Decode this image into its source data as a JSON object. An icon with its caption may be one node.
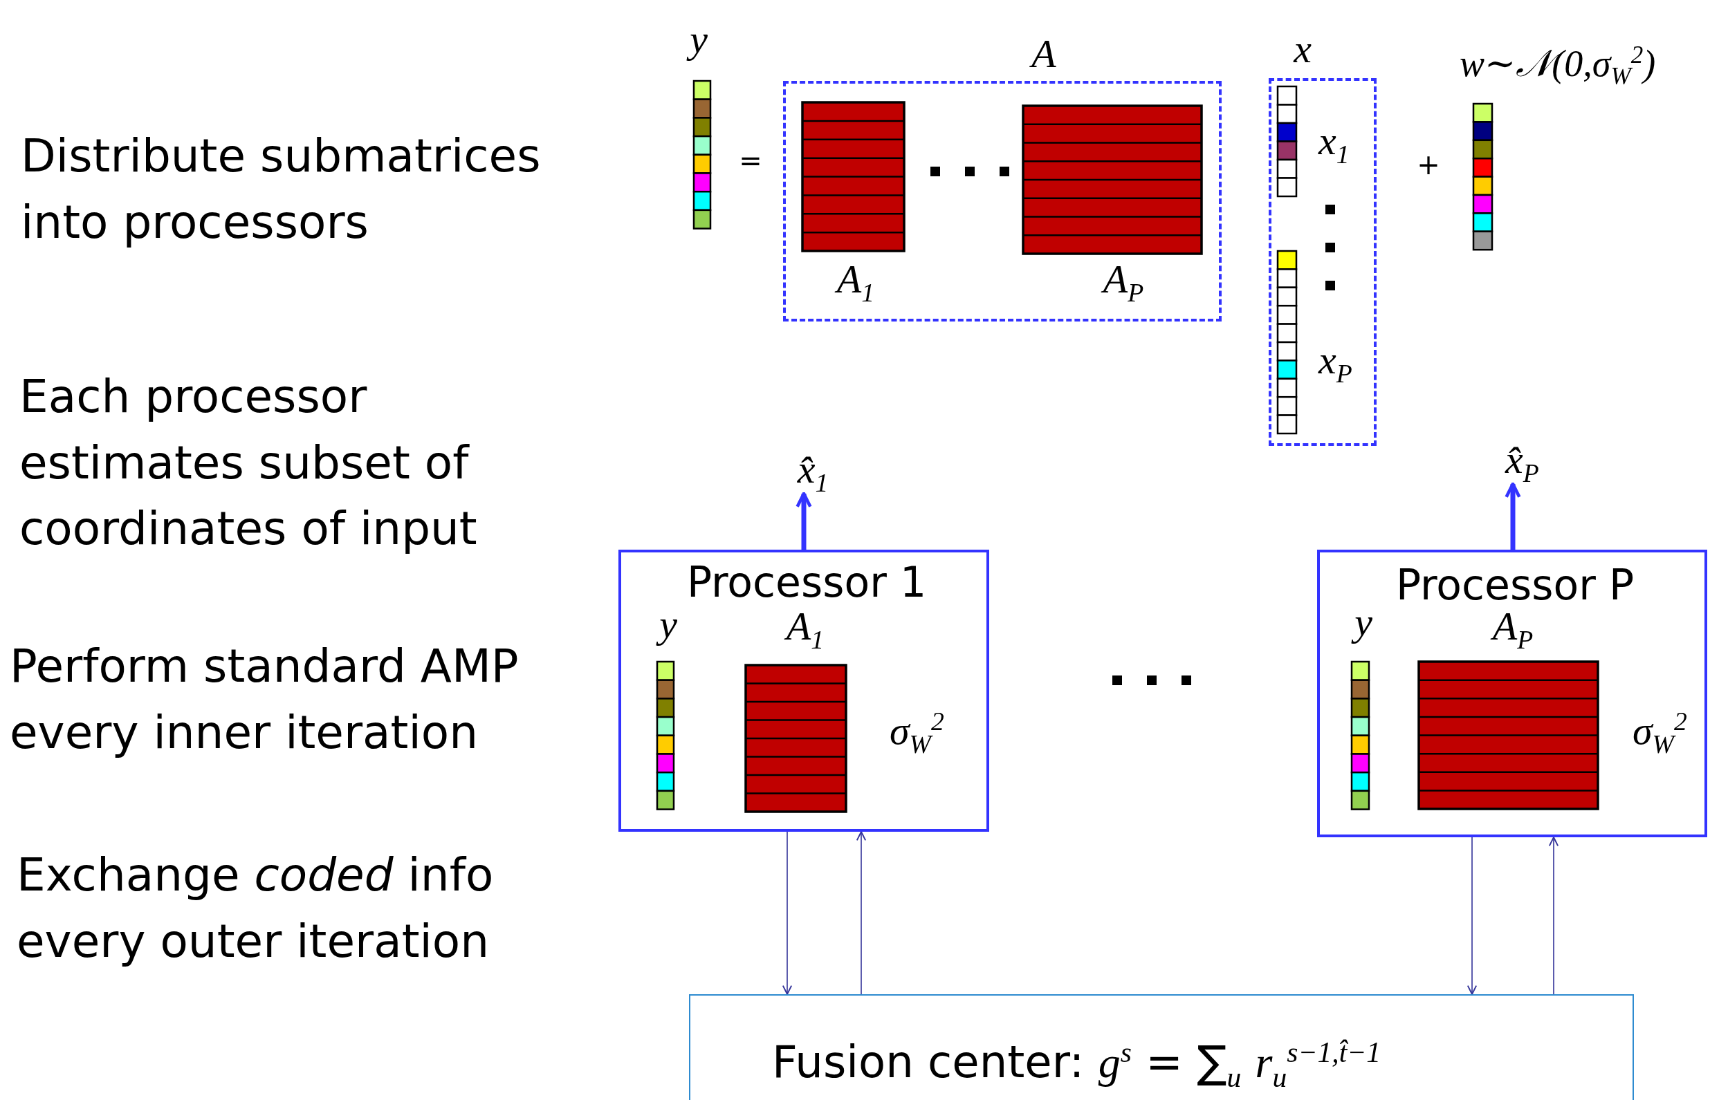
{
  "diagram": {
    "nodes": [
      {
        "text": [
          "A",
          "A$_{1}$",
          "A$_{P}$"
        ]
      },
      {
        "text": [
          "x",
          "x$_{1}$",
          "x$_{P}$"
        ]
      },
      {
        "text": [
          "Processor 1",
          "y",
          "A$_{1}$",
          "σ$_{W}$$^{2}$"
        ]
      },
      {
        "text": [
          "Processor P",
          "y",
          "A$_{P}$",
          "σ$_{W}$$^{2}$"
        ]
      },
      {
        "text": [
          "x̂$_{1}$"
        ]
      },
      {
        "text": [
          "x̂$_{P}$"
        ]
      },
      {
        "text": [
          "Fusion center:  *g*$^{s}$ = ∑$_{u}$ *r*$_{u}$$^{s−1,t̂−1}$"
        ]
      }
    ],
    "edges": [
      {
        "from": 2,
        "to": 4,
        "arrow": "to",
        "style": "thick",
        "color": "#3333ff"
      },
      {
        "from": 3,
        "to": 5,
        "arrow": "to",
        "style": "thick",
        "color": "#3333ff"
      },
      {
        "from": 2,
        "to": 6,
        "arrow": "to"
      },
      {
        "from": 6,
        "to": 2,
        "arrow": "to"
      },
      {
        "from": 3,
        "to": 6,
        "arrow": "to"
      },
      {
        "from": 6,
        "to": 3,
        "arrow": "to"
      }
    ],
    "labels": [
      "Distribute submatrices into processors",
      "Each processor estimates subset of coordinates of input",
      "Perform standard AMP every inner iteration",
      "Exchange *coded* info every outer iteration",
      "y",
      "=",
      "+",
      "w∼𝒩(0,σ$_{W}$$^{2}$)"
    ]
  }
}
